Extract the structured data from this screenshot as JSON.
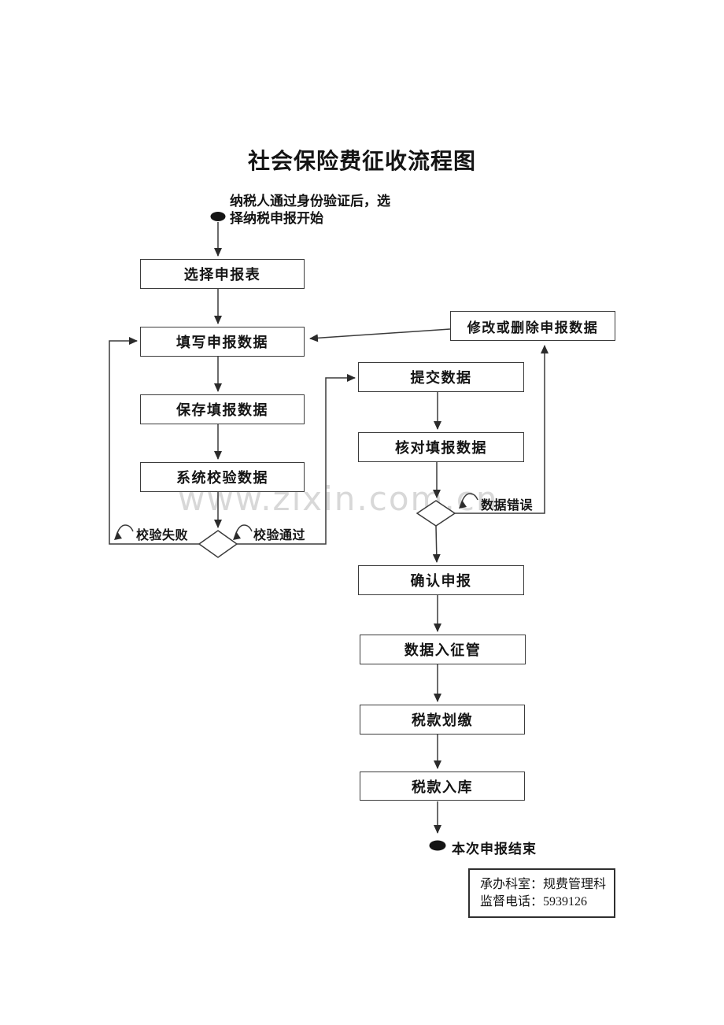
{
  "title": "社会保险费征收流程图",
  "watermark": "www.zixin.com.cn",
  "colors": {
    "line": "#3b3b3b",
    "arrowhead": "#2b2b2b",
    "text": "#141414",
    "watermark": "#d8d8d8"
  },
  "start": {
    "label": "纳税人通过身份验证后，选\n择纳税申报开始"
  },
  "nodes": {
    "select_form": {
      "label": "选择申报表"
    },
    "fill_data": {
      "label": "填写申报数据"
    },
    "save_data": {
      "label": "保存填报数据"
    },
    "validate_data": {
      "label": "系统校验数据"
    },
    "modify_delete": {
      "label": "修改或删除申报数据"
    },
    "submit_data": {
      "label": "提交数据"
    },
    "check_data": {
      "label": "核对填报数据"
    },
    "confirm_declare": {
      "label": "确认申报"
    },
    "data_to_admin": {
      "label": "数据入征管"
    },
    "tax_transfer": {
      "label": "税款划缴"
    },
    "tax_to_treasury": {
      "label": "税款入库"
    }
  },
  "edge_labels": {
    "validate_fail": "校验失败",
    "validate_pass": "校验通过",
    "data_error": "数据错误"
  },
  "end": {
    "label": "本次申报结束"
  },
  "footer": {
    "line1": "承办科室：规费管理科",
    "line2": "监督电话：5939126"
  }
}
